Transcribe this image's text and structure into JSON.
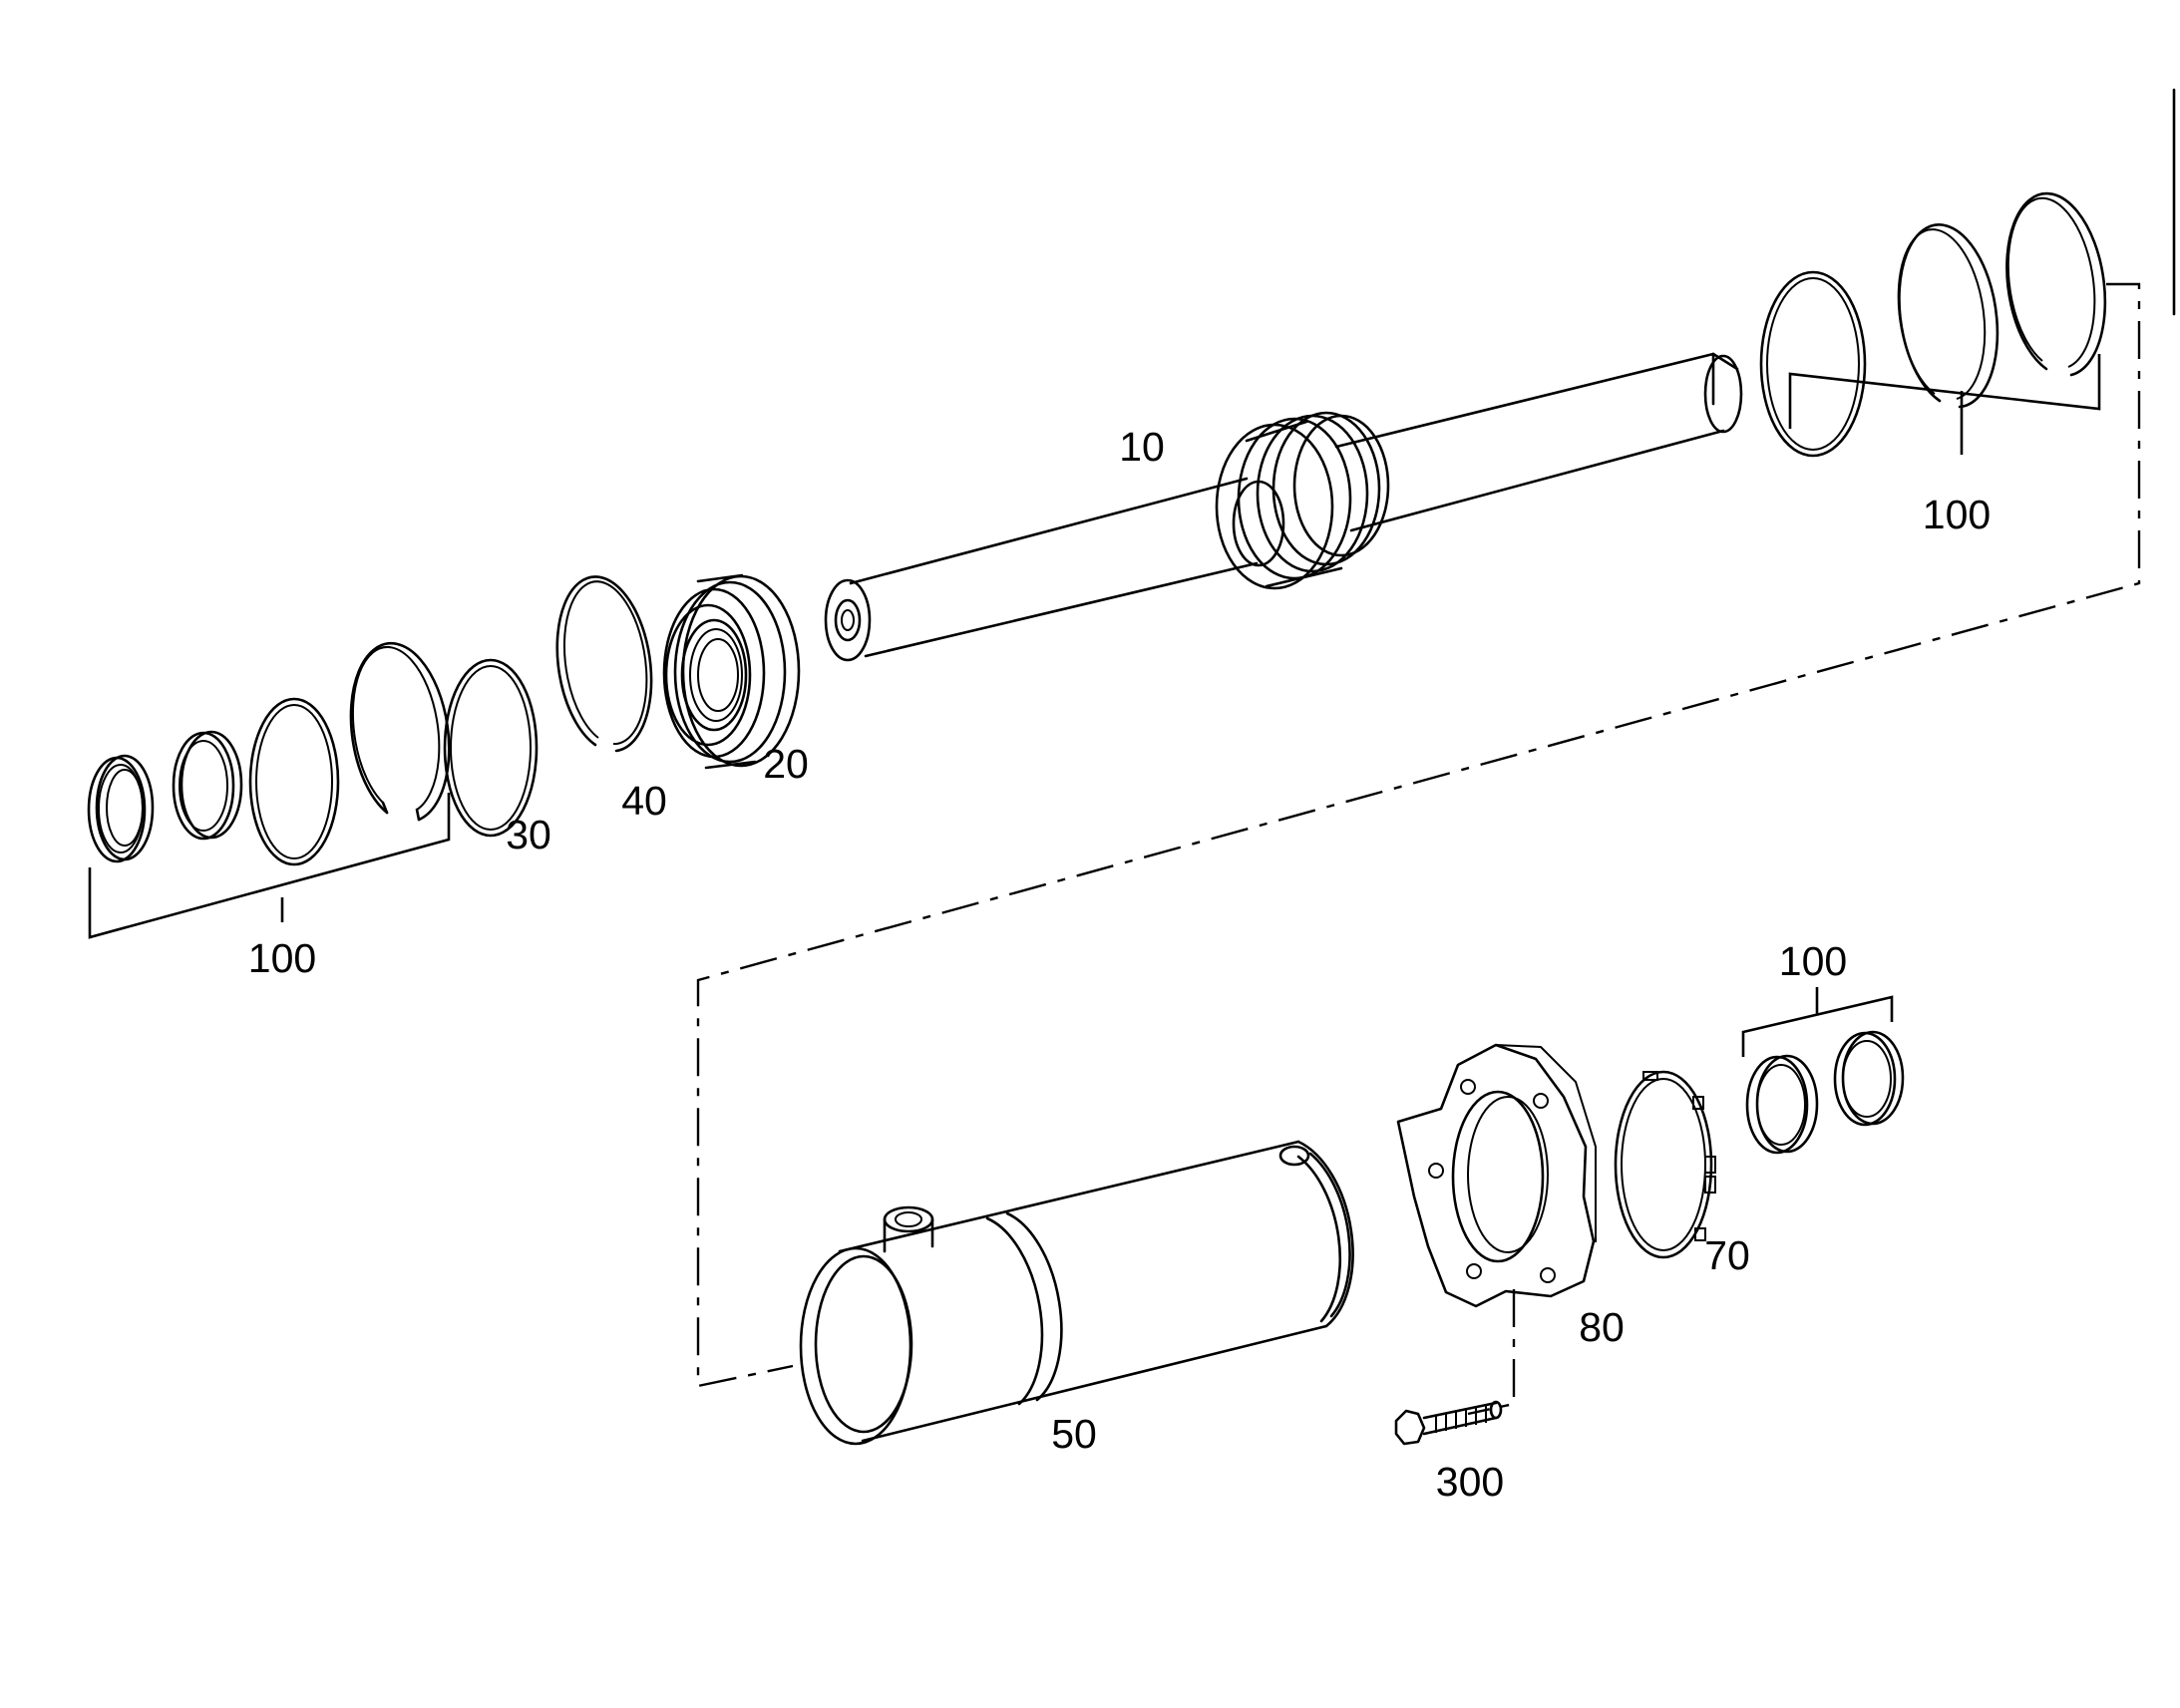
{
  "labels": {
    "p10": "10",
    "p20": "20",
    "p30": "30",
    "p40": "40",
    "p50": "50",
    "p70": "70",
    "p80": "80",
    "p100_left": "100",
    "p100_top_right": "100",
    "p100_bottom_right": "100",
    "p300": "300"
  }
}
